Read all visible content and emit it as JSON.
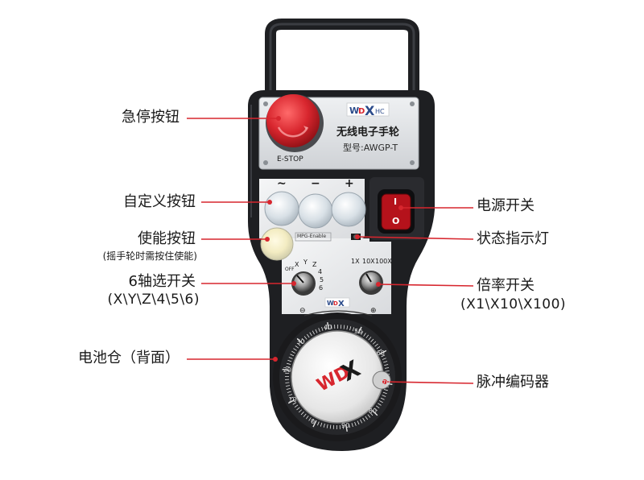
{
  "device": {
    "brand_logo": "WDXHC",
    "product_name": "无线电子手轮",
    "model_line": "型号:AWGP-T",
    "estop_text": "E-STOP",
    "key_symbols": [
      "∼",
      "−",
      "+"
    ],
    "mpg_enable_text": "MPG-Enable",
    "power_on_symbol": "I",
    "power_off_symbol": "O",
    "axis_ticks": [
      "OFF",
      "X",
      "Y",
      "Z",
      "4",
      "5",
      "6"
    ],
    "rate_ticks": [
      "1X",
      "10X",
      "100X"
    ],
    "dial_minus": "⊖",
    "dial_plus": "⊕",
    "dial_scale": [
      "0",
      "10",
      "20",
      "30",
      "40",
      "50",
      "60",
      "70",
      "80",
      "90"
    ]
  },
  "callouts": {
    "estop": "急停按钮",
    "custom_buttons": "自定义按钮",
    "enable_button": "使能按钮",
    "enable_note": "(摇手轮时需按住使能)",
    "axis_switch": "6轴选开关",
    "axis_switch_values": "(X\\Y\\Z\\4\\5\\6)",
    "battery": "电池仓（背面）",
    "power_switch": "电源开关",
    "status_light": "状态指示灯",
    "rate_switch": "倍率开关",
    "rate_values": "(X1\\X10\\X100)",
    "encoder": "脉冲编码器"
  },
  "colors": {
    "callout_line": "#d7262e",
    "housing": "#1e1f22",
    "panel": "#e9eaec",
    "estop_red": "#d8262e",
    "power_red": "#b5121b"
  }
}
